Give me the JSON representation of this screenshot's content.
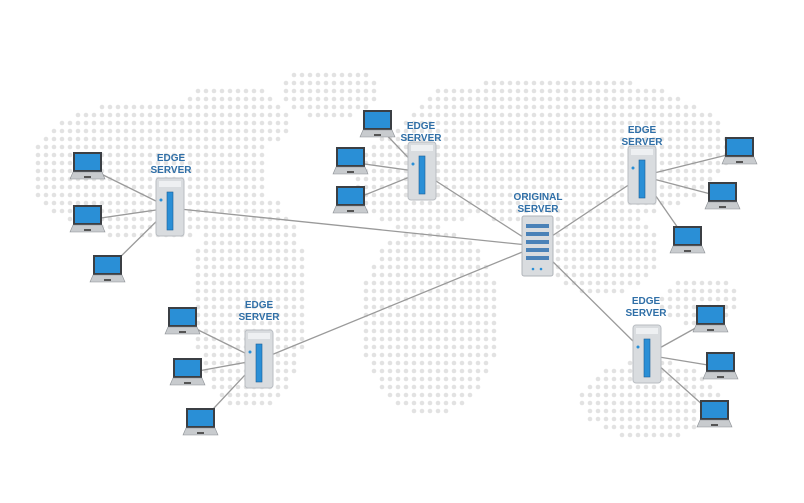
{
  "diagram": {
    "origin": {
      "line1": "ORIGINAL",
      "line2": "SERVER"
    },
    "edges": [
      {
        "id": "edge-west",
        "line1": "EDGE",
        "line2": "SERVER",
        "clients": 3
      },
      {
        "id": "edge-north",
        "line1": "EDGE",
        "line2": "SERVER",
        "clients": 3
      },
      {
        "id": "edge-east",
        "line1": "EDGE",
        "line2": "SERVER",
        "clients": 3
      },
      {
        "id": "edge-southwest",
        "line1": "EDGE",
        "line2": "SERVER",
        "clients": 3
      },
      {
        "id": "edge-southeast",
        "line1": "EDGE",
        "line2": "SERVER",
        "clients": 3
      }
    ]
  },
  "colors": {
    "accent": "#2f6fa7",
    "screen": "#2a8fd6",
    "line": "#9a9a9a",
    "dots": "#e2e2e2",
    "server": "#d9dcdf"
  }
}
